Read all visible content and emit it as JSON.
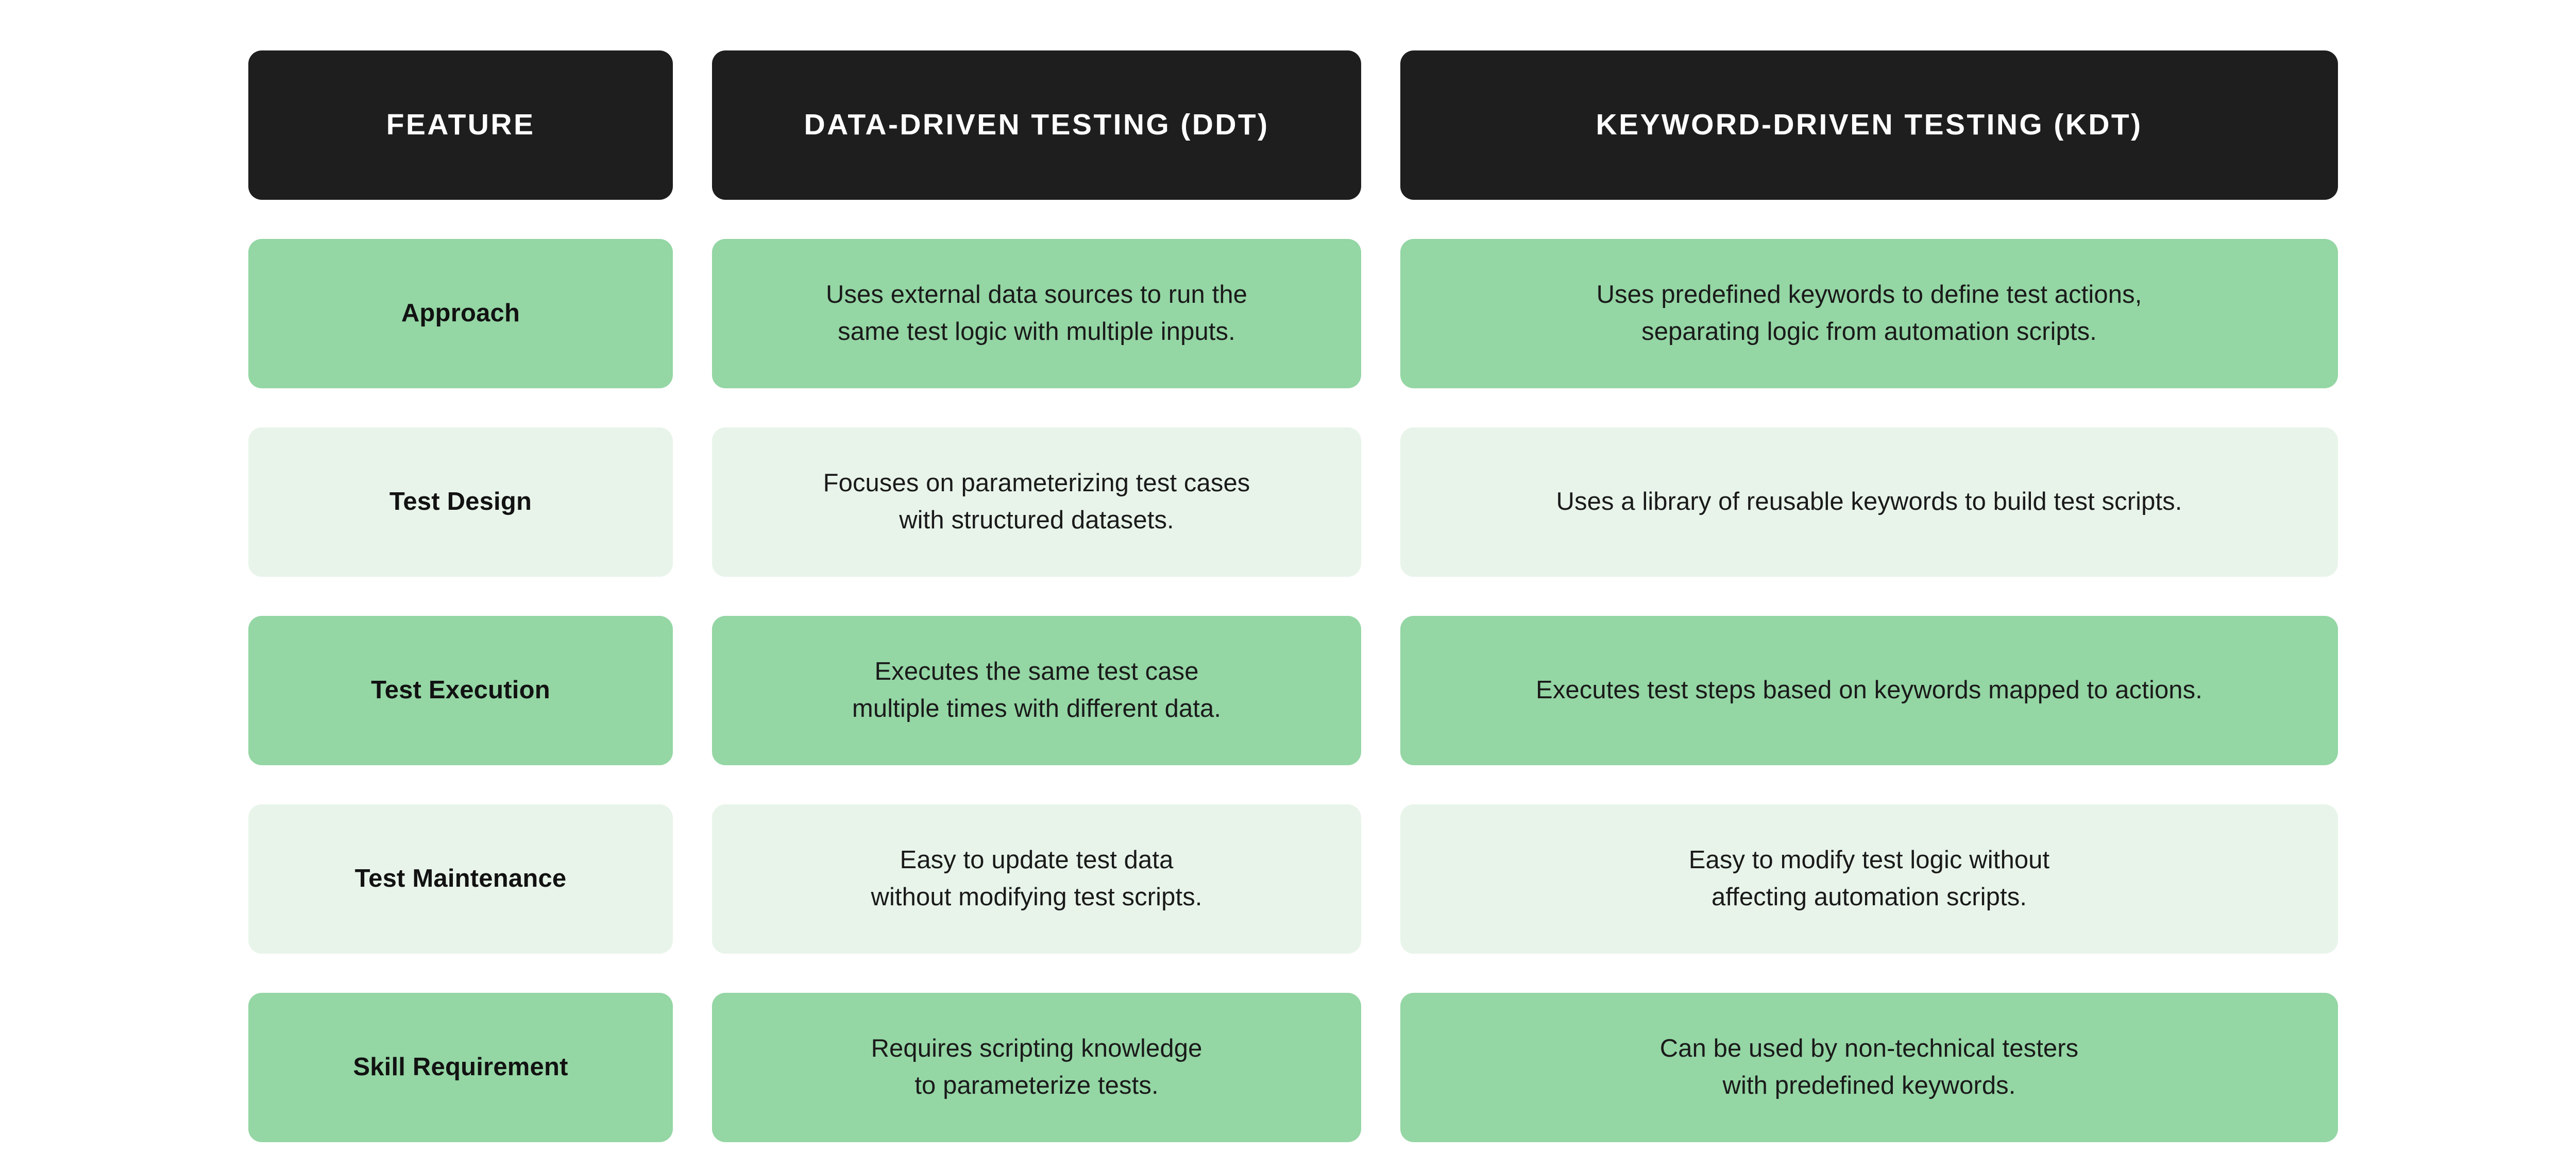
{
  "table": {
    "columns": [
      {
        "key": "feature",
        "label": "FEATURE"
      },
      {
        "key": "ddt",
        "label": "DATA-DRIVEN TESTING (DDT)"
      },
      {
        "key": "kdt",
        "label": "KEYWORD-DRIVEN TESTING (KDT)"
      }
    ],
    "rows": [
      {
        "band": "dark",
        "feature": "Approach",
        "ddt": "Uses external data sources to run the\nsame test logic with multiple inputs.",
        "kdt": "Uses predefined keywords to define test actions,\nseparating logic from automation scripts."
      },
      {
        "band": "light",
        "feature": "Test Design",
        "ddt": "Focuses on parameterizing test cases\nwith structured datasets.",
        "kdt": "Uses a library of reusable keywords to build test scripts."
      },
      {
        "band": "dark",
        "feature": "Test Execution",
        "ddt": "Executes the same test case\nmultiple times with different data.",
        "kdt": "Executes test steps based on keywords mapped to actions."
      },
      {
        "band": "light",
        "feature": "Test Maintenance",
        "ddt": "Easy to update test data\nwithout modifying test scripts.",
        "kdt": "Easy to modify test logic without\naffecting automation scripts."
      },
      {
        "band": "dark",
        "feature": "Skill Requirement",
        "ddt": "Requires scripting knowledge\nto parameterize tests.",
        "kdt": "Can be used by non-technical testers\nwith predefined keywords."
      }
    ]
  },
  "colors": {
    "header_background": "#1e1e1e",
    "header_text": "#ffffff",
    "band_dark": "#94d6a4",
    "band_light": "#e8f4ea",
    "body_text": "#1a1a1a",
    "page_background": "#ffffff"
  }
}
